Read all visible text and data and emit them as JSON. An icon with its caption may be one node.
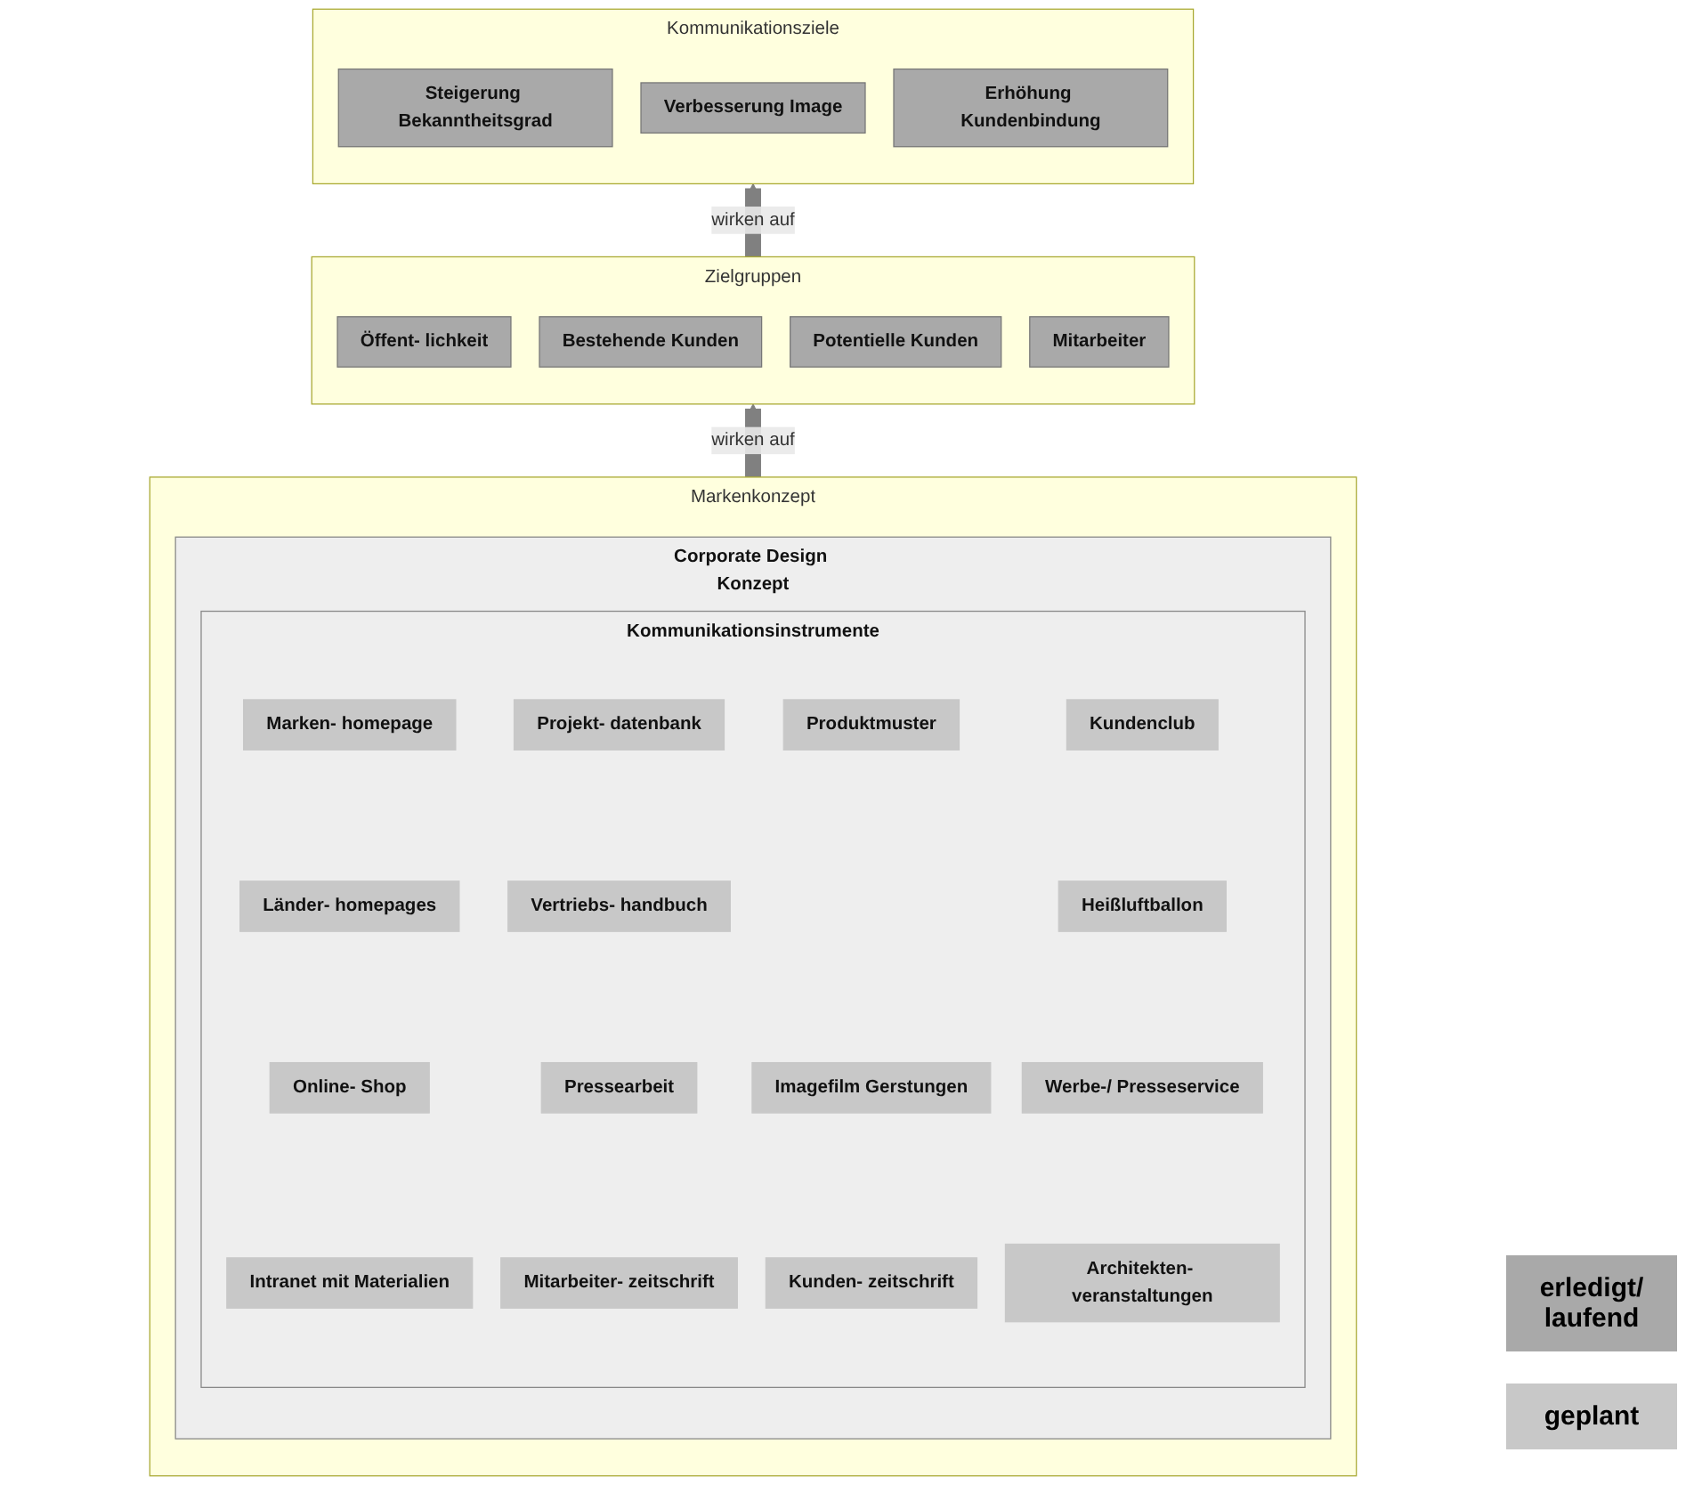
{
  "diagram": {
    "nodes": [
      {
        "text": [
          "Kommunikationsziele"
        ]
      },
      {
        "text": [
          "Steigerung Bekanntheitsgrad"
        ],
        "in": 0
      },
      {
        "text": [
          "Verbesserung Image"
        ],
        "in": 0
      },
      {
        "text": [
          "Erhöhung Kundenbindung"
        ],
        "in": 0
      },
      {
        "text": [
          "Zielgruppen"
        ]
      },
      {
        "text": [
          "Öffent- lichkeit"
        ],
        "in": 4
      },
      {
        "text": [
          "Bestehende Kunden"
        ],
        "in": 4
      },
      {
        "text": [
          "Potentielle Kunden"
        ],
        "in": 4
      },
      {
        "text": [
          "Mitarbeiter"
        ],
        "in": 4
      },
      {
        "text": [
          "Markenkonzept"
        ]
      },
      {
        "text": [
          "Corporate Design Konzept"
        ],
        "in": 9
      },
      {
        "text": [
          "Kommunikationsinstrumente"
        ],
        "in": 10
      },
      {
        "text": [
          "Marken- homepage"
        ],
        "in": 11
      },
      {
        "text": [
          "Projekt- datenbank"
        ],
        "in": 11
      },
      {
        "text": [
          "Produktmuster"
        ],
        "in": 11
      },
      {
        "text": [
          "Kundenclub"
        ],
        "in": 11
      },
      {
        "text": [
          "Länder- homepages"
        ],
        "in": 11
      },
      {
        "text": [
          "Vertriebs- handbuch"
        ],
        "in": 11
      },
      {
        "text": [
          "Heißluftballon"
        ],
        "in": 11
      },
      {
        "text": [
          "Online- Shop"
        ],
        "in": 11
      },
      {
        "text": [
          "Pressearbeit"
        ],
        "in": 11
      },
      {
        "text": [
          "Imagefilm Gerstungen"
        ],
        "in": 11
      },
      {
        "text": [
          "Werbe-/ Presseservice"
        ],
        "in": 11
      },
      {
        "text": [
          "Intranet mit Materialien"
        ],
        "in": 11
      },
      {
        "text": [
          "Mitarbeiter- zeitschrift"
        ],
        "in": 11
      },
      {
        "text": [
          "Kunden- zeitschrift"
        ],
        "in": 11
      },
      {
        "text": [
          "Architekten- veranstaltungen"
        ],
        "in": 11
      }
    ],
    "edges": [
      {
        "from": 4,
        "to": 0,
        "arrow": "to",
        "label": "wirken auf"
      },
      {
        "from": 9,
        "to": 4,
        "arrow": "to",
        "label": "wirken auf"
      }
    ],
    "legend": [
      {
        "text": "erledigt/ laufend",
        "color": "#a9a9a9"
      },
      {
        "text": "geplant",
        "color": "#c8c8c8"
      }
    ]
  }
}
